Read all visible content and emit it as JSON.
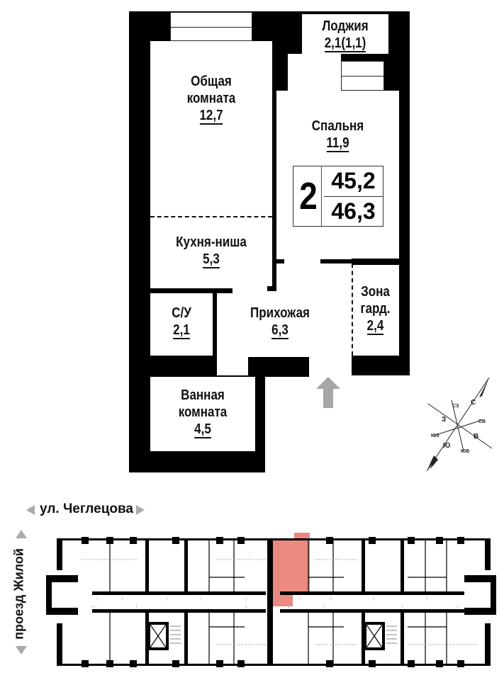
{
  "plan": {
    "rooms": [
      {
        "id": "loggia",
        "name": "Лоджия",
        "area": "2,1(1,1)"
      },
      {
        "id": "living-room",
        "name_lines": [
          "Общая",
          "комната"
        ],
        "area": "12,7"
      },
      {
        "id": "bedroom",
        "name": "Спальня",
        "area": "11,9"
      },
      {
        "id": "kitchen-niche",
        "name": "Кухня-ниша",
        "area": "5,3"
      },
      {
        "id": "wc",
        "name": "С/У",
        "area": "2,1"
      },
      {
        "id": "hallway",
        "name": "Прихожая",
        "area": "6,3"
      },
      {
        "id": "wardrobe-zone",
        "name_lines": [
          "Зона",
          "гард."
        ],
        "area": "2,4"
      },
      {
        "id": "bathroom",
        "name_lines": [
          "Ванная",
          "комната"
        ],
        "area": "4,5"
      }
    ],
    "summary": {
      "rooms_count": "2",
      "living_area": "45,2",
      "total_area": "46,3"
    },
    "entrance_icon": "arrow-up-icon"
  },
  "compass": {
    "labels": {
      "n": "С",
      "ne": "СВ",
      "e": "В",
      "se": "ЮВ",
      "s": "Ю",
      "sw": "ЮЗ",
      "w": "З",
      "nw": "СЗ"
    }
  },
  "floor_plan": {
    "street_top": "ул. Чеглецова",
    "street_left": "проезд Жилой",
    "highlight_color": "#ea8a80"
  }
}
